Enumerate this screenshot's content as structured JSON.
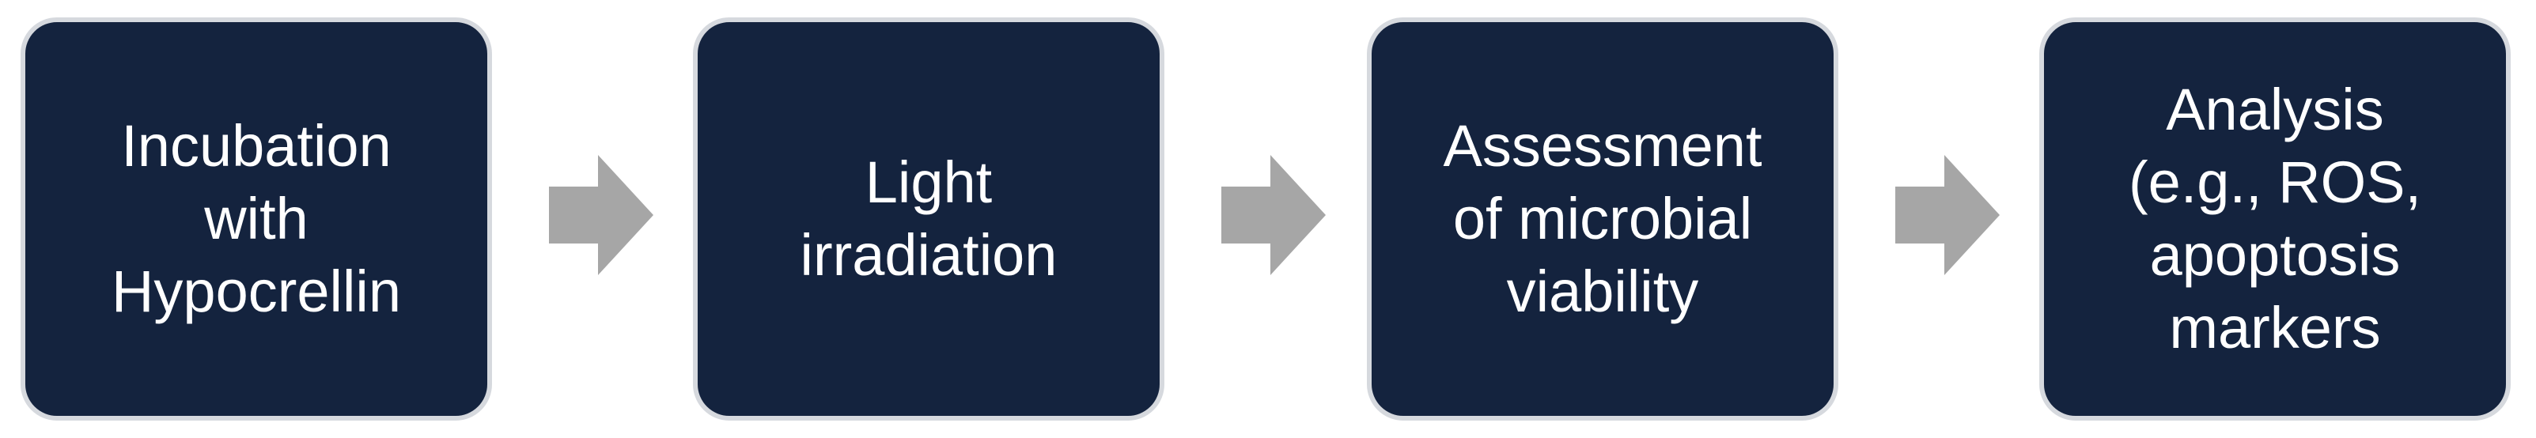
{
  "colors": {
    "box_fill": "#14233e",
    "box_border": "#d6d9de",
    "text": "#ffffff",
    "arrow": "#a6a6a6"
  },
  "steps": [
    {
      "label": "Incubation\nwith\nHypocrellin"
    },
    {
      "label": "Light\nirradiation"
    },
    {
      "label": "Assessment\nof microbial\nviability"
    },
    {
      "label": "Analysis\n(e.g., ROS,\napoptosis\nmarkers"
    }
  ],
  "connectors": [
    {
      "icon": "arrow-right-icon"
    },
    {
      "icon": "arrow-right-icon"
    },
    {
      "icon": "arrow-right-icon"
    }
  ]
}
